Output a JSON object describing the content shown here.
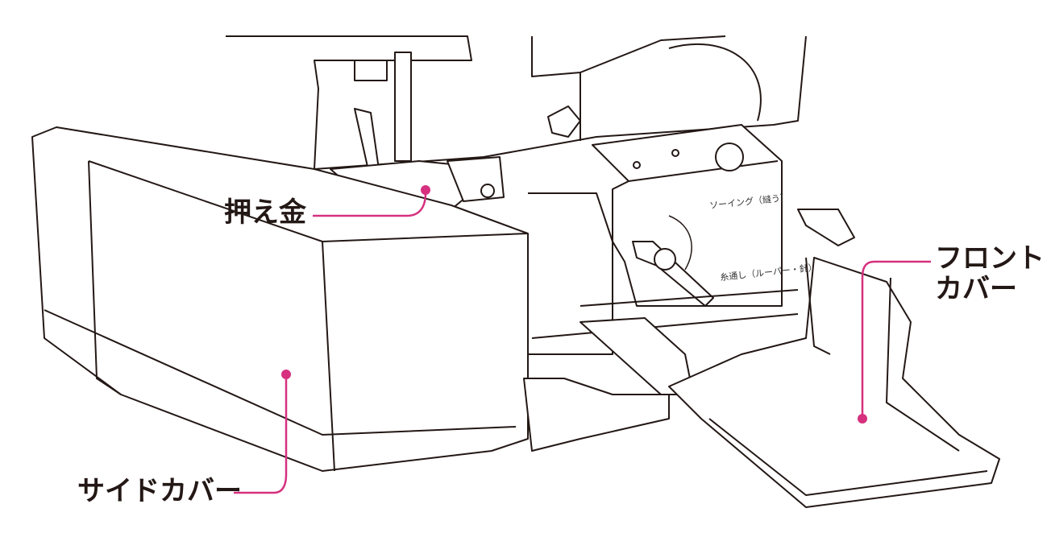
{
  "callouts": {
    "presser_foot": "押え金",
    "side_cover": "サイドカバー",
    "front_cover_line1": "フロント",
    "front_cover_line2": "カバー"
  },
  "dial_labels": {
    "sewing": "ソーイング（縫う）",
    "threading": "糸通し（ルーパー・針）"
  },
  "colors": {
    "callout_line": "#d6307f",
    "outline": "#231815"
  }
}
